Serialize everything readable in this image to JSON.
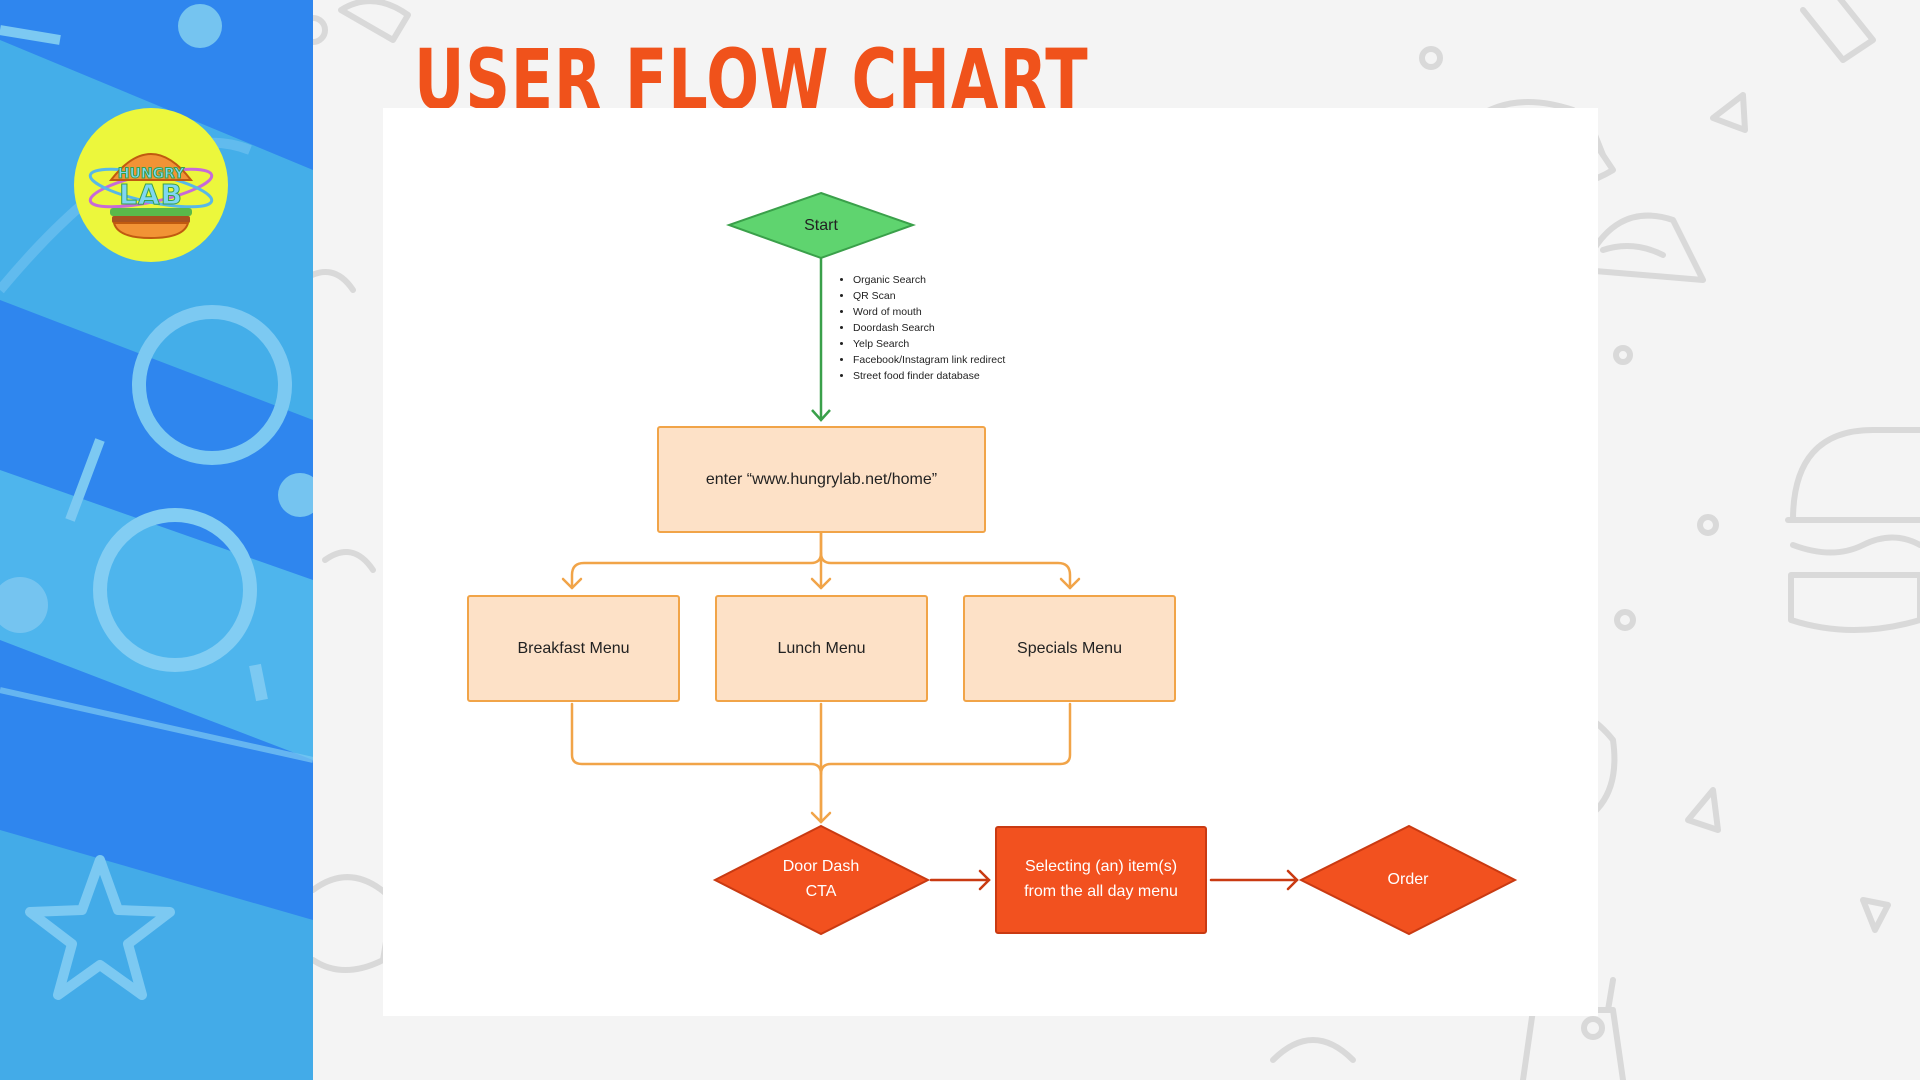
{
  "page": {
    "title": "USER FLOW CHART"
  },
  "brand": {
    "logo_line1": "HUNGRY",
    "logo_line2": "LAB"
  },
  "colors": {
    "sidebar_blue": "#2f86ee",
    "logo_yellow": "#ecf73c",
    "title_orange": "#f0521b",
    "start_green": "#5fd46f",
    "arrow_green": "#3aa04a",
    "box_fill": "#fde1c7",
    "box_border": "#f1a448",
    "action_red": "#f2511f"
  },
  "flow": {
    "start": "Start",
    "sources": [
      "Organic Search",
      "QR Scan",
      "Word of mouth",
      "Doordash Search",
      "Yelp Search",
      "Facebook/Instagram link redirect",
      "Street food finder database"
    ],
    "enter": "enter “www.hungrylab.net/home”",
    "menus": [
      "Breakfast Menu",
      "Lunch Menu",
      "Specials Menu"
    ],
    "cta_line1": "Door Dash",
    "cta_line2": "CTA",
    "select_line1": "Selecting (an) item(s)",
    "select_line2": "from the all day menu",
    "order": "Order"
  }
}
